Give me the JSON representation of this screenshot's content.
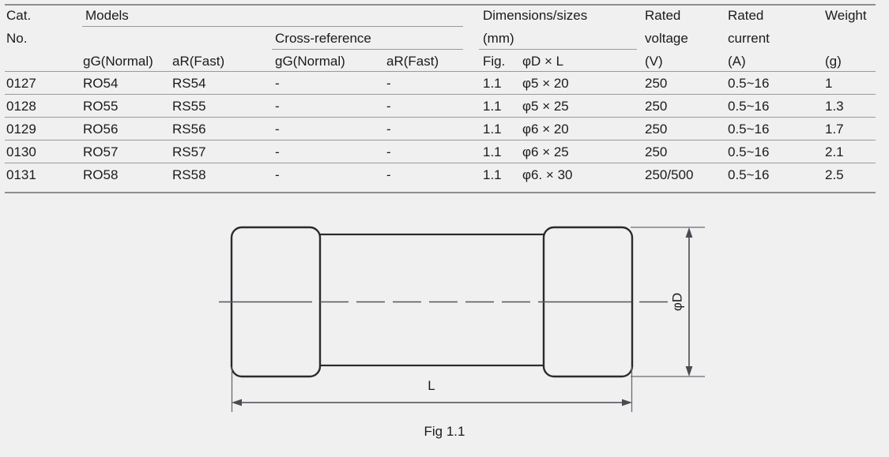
{
  "table": {
    "header": {
      "cat_no_line1": "Cat.",
      "cat_no_line2": "No.",
      "models": "Models",
      "cross_reference": "Cross-reference",
      "models_gg": "gG(Normal)",
      "models_ar": "aR(Fast)",
      "xref_gg": "gG(Normal)",
      "xref_ar": "aR(Fast)",
      "dimensions_line1": "Dimensions/sizes",
      "dimensions_line2": "(mm)",
      "fig": "Fig.",
      "dia_x_l": "φD × L",
      "rated_voltage_line1": "Rated",
      "rated_voltage_line2": "voltage",
      "rated_voltage_line3": "(V)",
      "rated_current_line1": "Rated",
      "rated_current_line2": "current",
      "rated_current_line3": "(A)",
      "weight_line1": "Weight",
      "weight_line3": "(g)"
    },
    "rows": [
      {
        "cat_no": "0127",
        "models_gg": "RO54",
        "models_ar": "RS54",
        "xref_gg": "-",
        "xref_ar": "-",
        "fig": "1.1",
        "size": "φ5 × 20",
        "rated_voltage": "250",
        "rated_current": "0.5~16",
        "weight": "1"
      },
      {
        "cat_no": "0128",
        "models_gg": "RO55",
        "models_ar": "RS55",
        "xref_gg": "-",
        "xref_ar": "-",
        "fig": "1.1",
        "size": "φ5 × 25",
        "rated_voltage": "250",
        "rated_current": "0.5~16",
        "weight": "1.3"
      },
      {
        "cat_no": "0129",
        "models_gg": "RO56",
        "models_ar": "RS56",
        "xref_gg": "-",
        "xref_ar": "-",
        "fig": "1.1",
        "size": "φ6 × 20",
        "rated_voltage": "250",
        "rated_current": "0.5~16",
        "weight": "1.7"
      },
      {
        "cat_no": "0130",
        "models_gg": "RO57",
        "models_ar": "RS57",
        "xref_gg": "-",
        "xref_ar": "-",
        "fig": "1.1",
        "size": "φ6 × 25",
        "rated_voltage": "250",
        "rated_current": "0.5~16",
        "weight": "2.1"
      },
      {
        "cat_no": "0131",
        "models_gg": "RO58",
        "models_ar": "RS58",
        "xref_gg": "-",
        "xref_ar": "-",
        "fig": "1.1",
        "size": "φ6. × 30",
        "rated_voltage": "250/500",
        "rated_current": "0.5~16",
        "weight": "2.5"
      }
    ]
  },
  "figure": {
    "caption": "Fig 1.1",
    "diameter_label": "φD",
    "length_label": "L"
  },
  "colors": {
    "background": "#f0f0f0",
    "text": "#1b1b1b",
    "rule": "#9a9a9e",
    "drawing_line": "#2b2b2f",
    "dimension_line": "#4a4a52"
  }
}
